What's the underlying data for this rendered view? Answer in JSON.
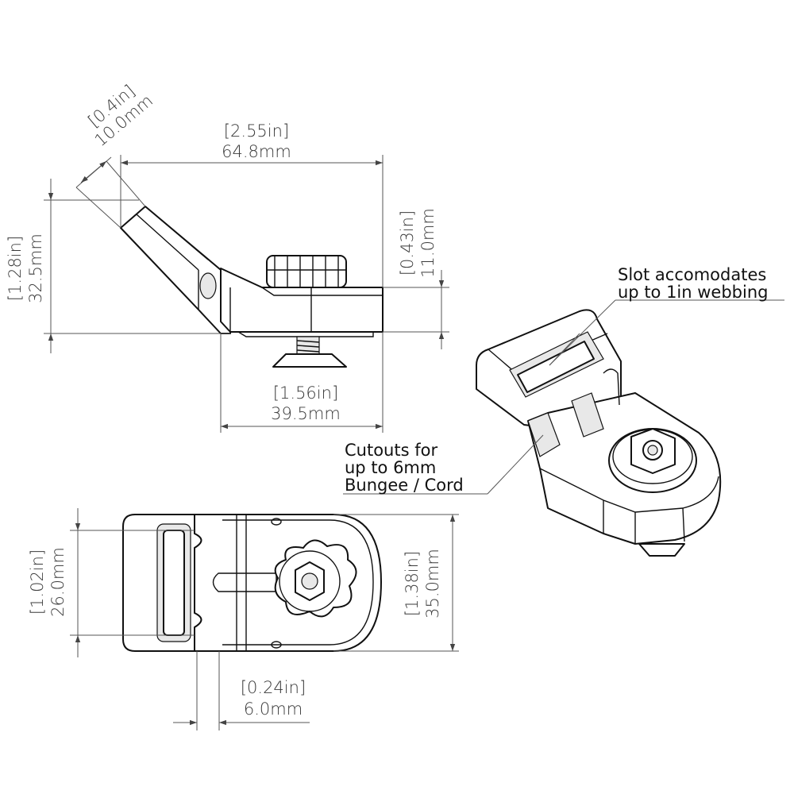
{
  "dimensions": {
    "angle_width": {
      "in": "[0.4in]",
      "mm": "10.0mm"
    },
    "overall_length": {
      "in": "[2.55in]",
      "mm": "64.8mm"
    },
    "overall_height": {
      "in": "[1.28in]",
      "mm": "32.5mm"
    },
    "base_thickness": {
      "in": "[0.43in]",
      "mm": "11.0mm"
    },
    "base_length": {
      "in": "[1.56in]",
      "mm": "39.5mm"
    },
    "slot_width": {
      "in": "[1.02in]",
      "mm": "26.0mm"
    },
    "body_width": {
      "in": "[1.38in]",
      "mm": "35.0mm"
    },
    "cutout_width": {
      "in": "[0.24in]",
      "mm": "6.0mm"
    }
  },
  "callouts": {
    "slot": {
      "line1": "Slot accomodates",
      "line2": "up to 1in webbing"
    },
    "cutouts": {
      "line1": "Cutouts for",
      "line2": "up to 6mm",
      "line3": "Bungee / Cord"
    }
  },
  "colors": {
    "line": "#111111",
    "dimension": "#555555",
    "fill": "#ffffff"
  }
}
